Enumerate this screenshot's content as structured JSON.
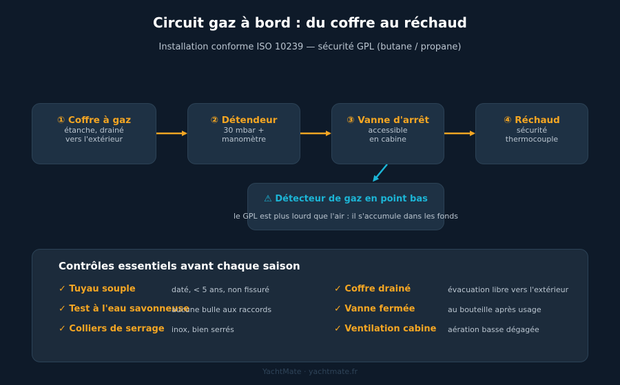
{
  "title": "Circuit gaz à bord : du coffre au réchaud",
  "subtitle": "Installation conforme ISO 10239 — sécurité GPL (butane / propane)",
  "steps": [
    {
      "title": "① Coffre à gaz",
      "line1": "étanche, drainé",
      "line2": "vers l'extérieur"
    },
    {
      "title": "② Détendeur",
      "line1": "30 mbar +",
      "line2": "manomètre"
    },
    {
      "title": "③ Vanne d'arrêt",
      "line1": "accessible",
      "line2": "en cabine"
    },
    {
      "title": "④ Réchaud",
      "line1": "sécurité",
      "line2": "thermocouple"
    }
  ],
  "detector": {
    "title": "⚠ Détecteur de gaz en point bas",
    "description": "le GPL est plus lourd que l'air : il s'accumule dans les fonds"
  },
  "checklist": {
    "title": "Contrôles essentiels avant chaque saison",
    "items": [
      {
        "label": "✓ Tuyau souple",
        "desc": "daté, < 5 ans, non fissuré"
      },
      {
        "label": "✓ Test à l'eau savonneuse",
        "desc": "aucune bulle aux raccords"
      },
      {
        "label": "✓ Colliers de serrage",
        "desc": "inox, bien serrés"
      },
      {
        "label": "✓ Coffre drainé",
        "desc": "évacuation libre vers l'extérieur"
      },
      {
        "label": "✓ Vanne fermée",
        "desc": "au bouteille après usage"
      },
      {
        "label": "✓ Ventilation cabine",
        "desc": "aération basse dégagée"
      }
    ]
  },
  "footer": "YachtMate · yachtmate.fr",
  "colors": {
    "background": "#0e1a29",
    "box": "#1e3144",
    "accent_orange": "#f5a623",
    "accent_cyan": "#1cb5d6",
    "text_muted": "#b9c4cf"
  }
}
